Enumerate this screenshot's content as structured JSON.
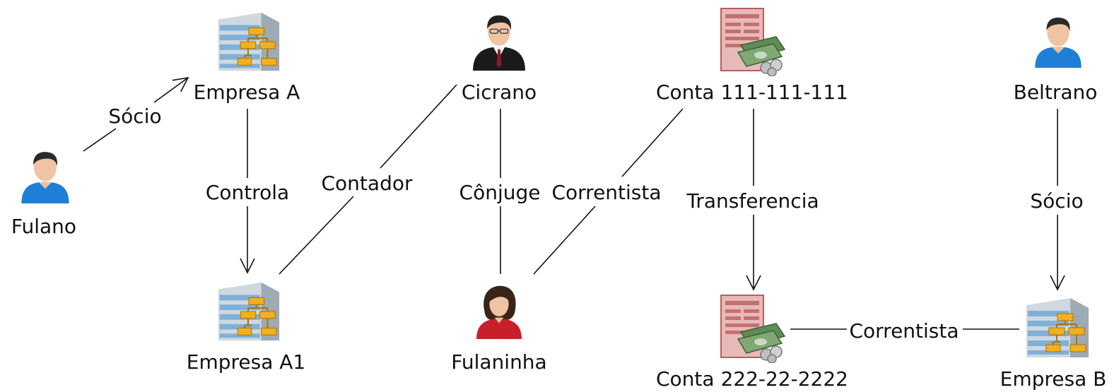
{
  "nodes": {
    "fulano": {
      "label": "Fulano",
      "kind": "person-male-blue"
    },
    "empresa_a": {
      "label": "Empresa A",
      "kind": "company"
    },
    "cicrano": {
      "label": "Cicrano",
      "kind": "person-male-suit"
    },
    "conta_111": {
      "label": "Conta 111-111-111",
      "kind": "bank-account"
    },
    "beltrano": {
      "label": "Beltrano",
      "kind": "person-male-blue"
    },
    "empresa_a1": {
      "label": "Empresa A1",
      "kind": "company"
    },
    "fulaninha": {
      "label": "Fulaninha",
      "kind": "person-female"
    },
    "conta_222": {
      "label": "Conta 222-22-2222",
      "kind": "bank-account"
    },
    "empresa_b": {
      "label": "Empresa B",
      "kind": "company"
    }
  },
  "edges": {
    "fulano_empresa_a": {
      "label": "Sócio"
    },
    "empresa_a_a1": {
      "label": "Controla"
    },
    "cicrano_a1": {
      "label": "Contador"
    },
    "cicrano_fulaninha": {
      "label": "Cônjuge"
    },
    "conta111_fulaninha": {
      "label": "Correntista"
    },
    "conta111_conta222": {
      "label": "Transferencia"
    },
    "beltrano_empresa_b": {
      "label": "Sócio"
    },
    "conta222_empresa_b": {
      "label": "Correntista"
    }
  },
  "colors": {
    "line": "#111111",
    "building_glass": "#7fb0d8",
    "building_chart": "#f2b01e",
    "person_blue_shirt": "#1f7fd6",
    "person_suit": "#1b1b1b",
    "person_female_top": "#c8202a",
    "account_sheet": "#d98a8a",
    "money": "#7fa874"
  }
}
